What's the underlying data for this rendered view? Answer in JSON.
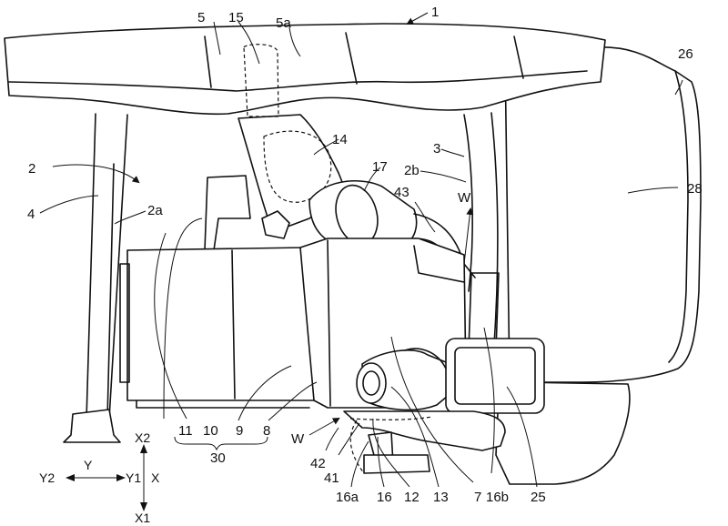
{
  "labels": {
    "l1": "1",
    "l2": "2",
    "l2a_left": "2a",
    "l2b": "2b",
    "l3": "3",
    "l4": "4",
    "l5": "5",
    "l5a": "5a",
    "l7": "7",
    "l8": "8",
    "l9": "9",
    "l10": "10",
    "l11": "11",
    "l12": "12",
    "l13": "13",
    "l14": "14",
    "l15": "15",
    "l16": "16",
    "l16a": "16a",
    "l16b": "16b",
    "l17": "17",
    "l25": "25",
    "l26": "26",
    "l28": "28",
    "l30": "30",
    "l41": "41",
    "l42": "42",
    "l43": "43",
    "w_top": "W",
    "w_bottom": "W"
  },
  "axes": {
    "x2": "X2",
    "x1": "X1",
    "x": "X",
    "y": "Y",
    "y1": "Y1",
    "y2": "Y2"
  }
}
